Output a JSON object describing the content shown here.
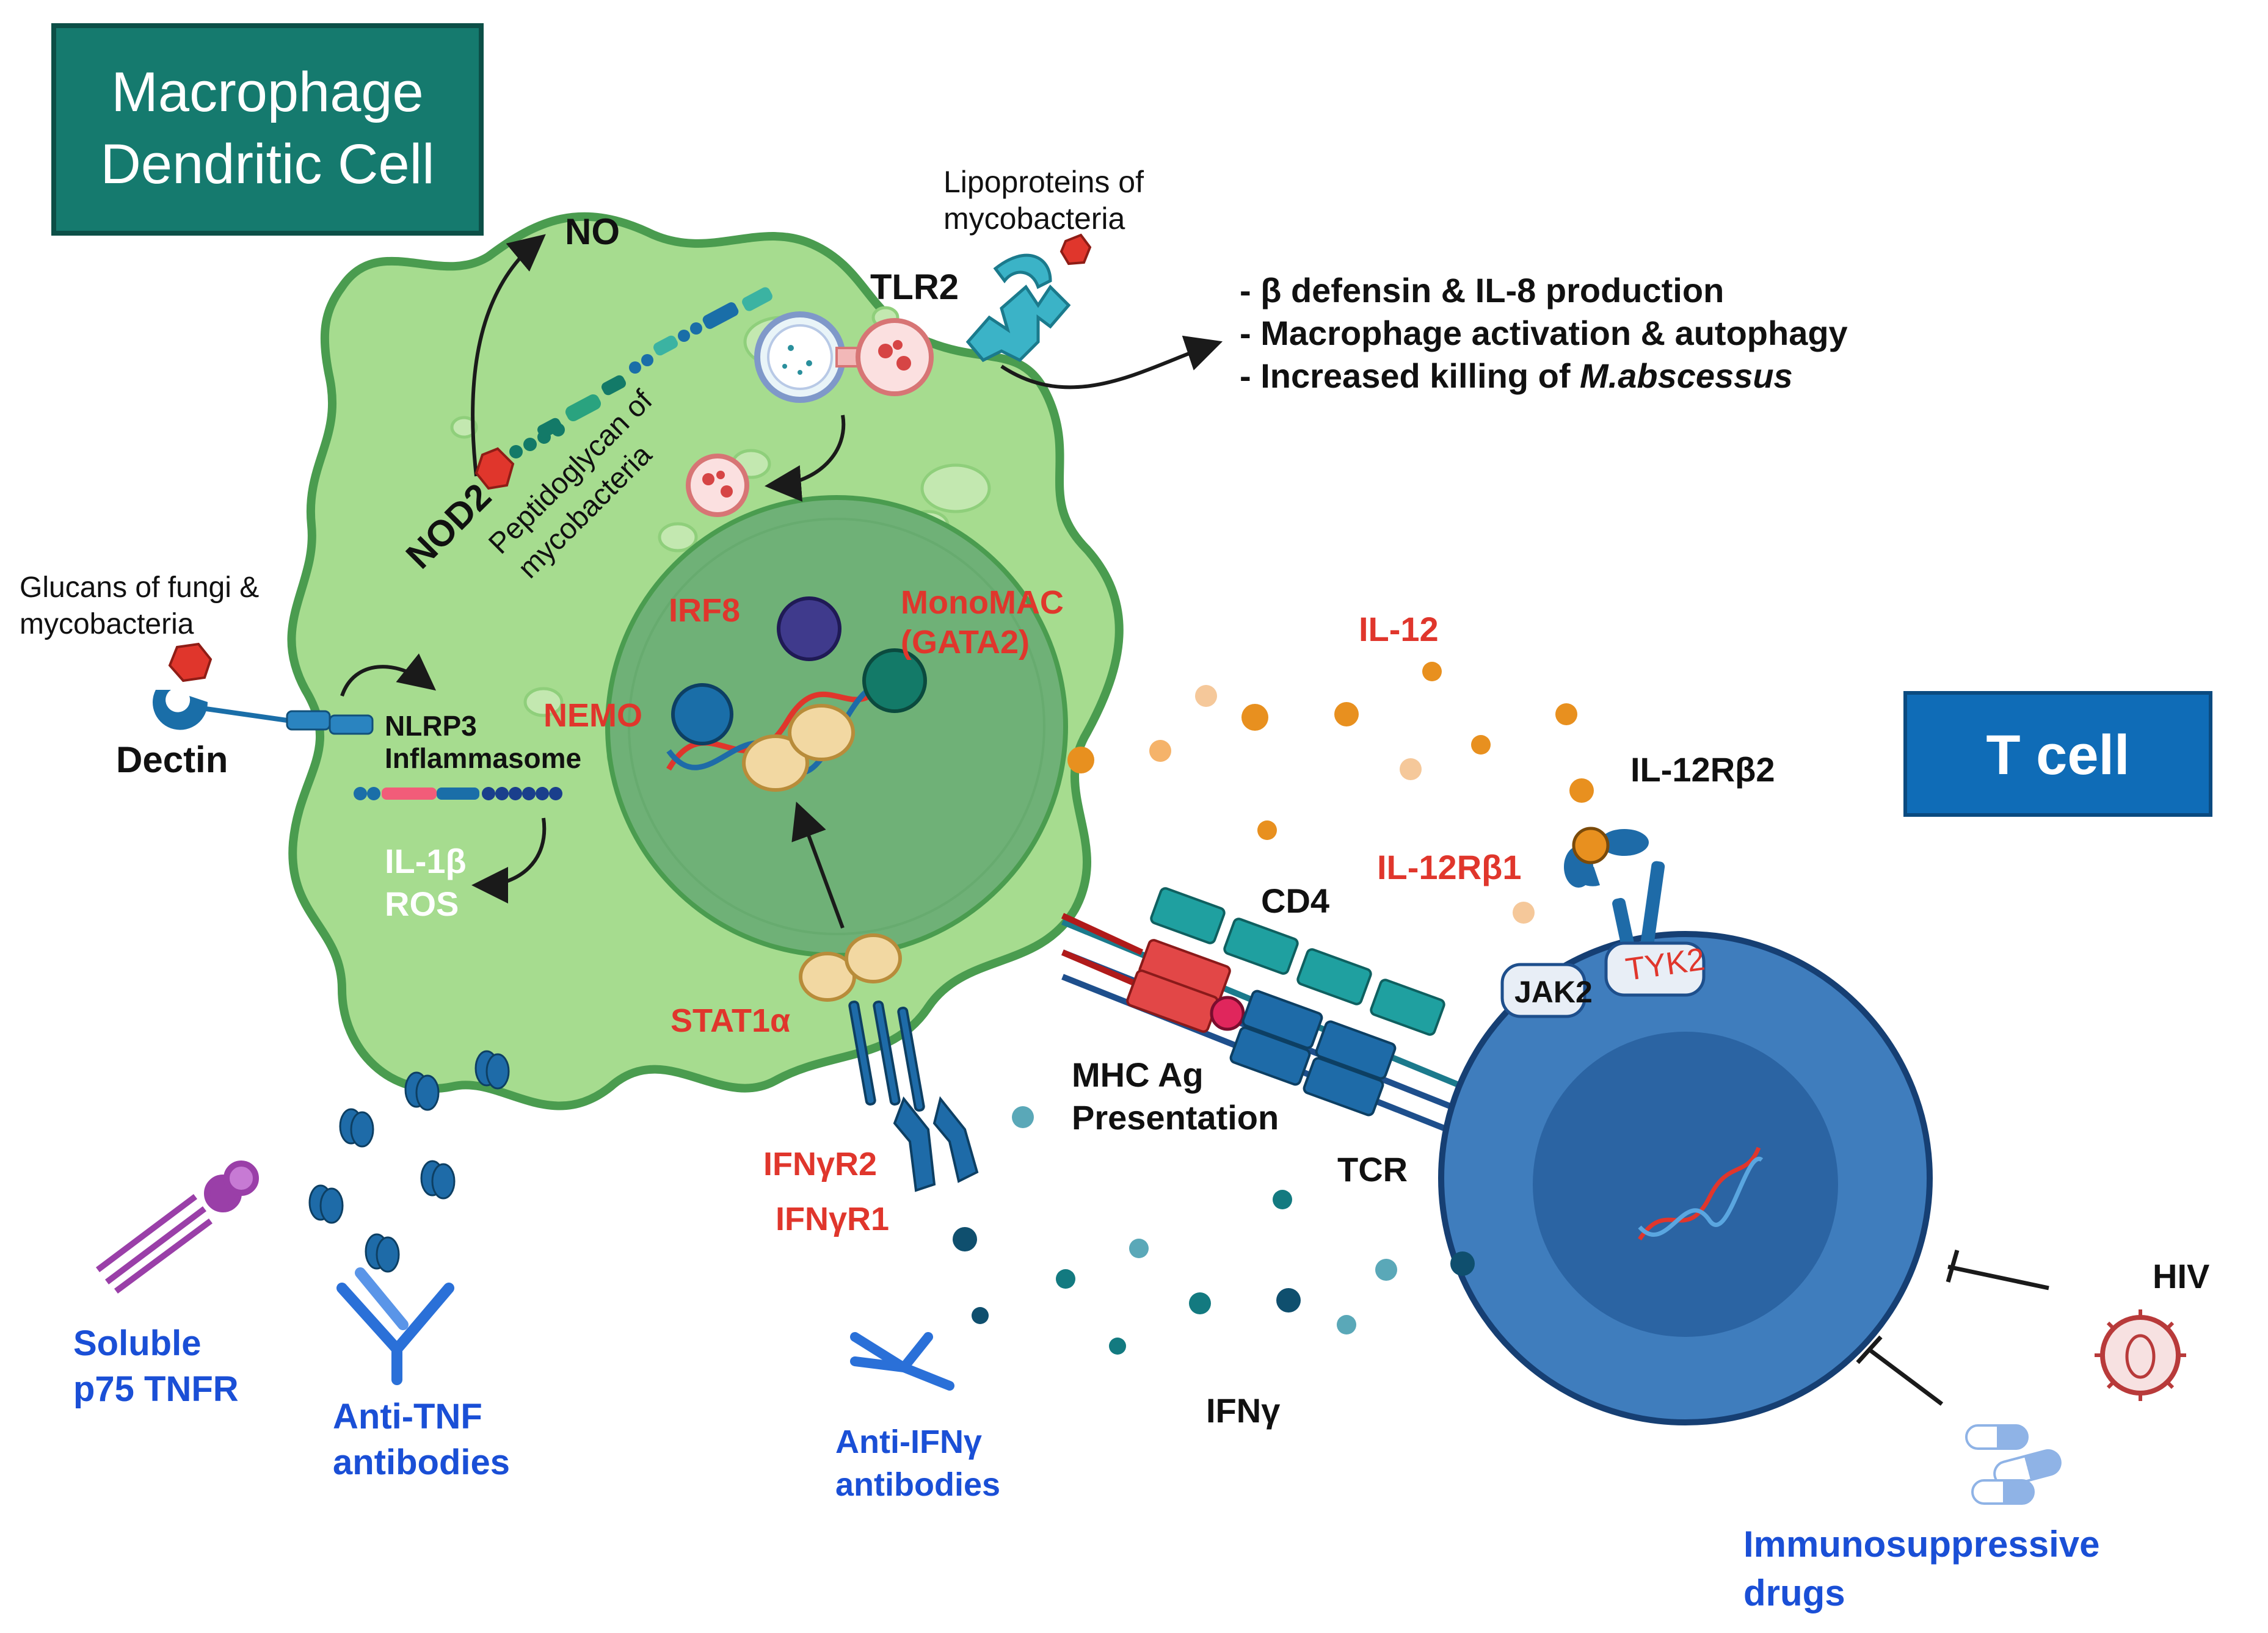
{
  "colors": {
    "macrophage_box": "#157a6e",
    "tcell_box": "#0f6cb7",
    "cell_body": "#a6dc8f",
    "cell_border": "#4a9c4f",
    "nucleus": "#6fb177",
    "tcell_body": "#3f7dbd",
    "tcell_nucleus": "#2b64a3",
    "red_label": "#e0362c",
    "blue_label": "#1a4fd6"
  },
  "boxes": {
    "macrophage_line1": "Macrophage",
    "macrophage_line2": "Dendritic Cell",
    "tcell": "T cell"
  },
  "labels": {
    "no": "NO",
    "lipoproteins_line1": "Lipoproteins of",
    "lipoproteins_line2": "mycobacteria",
    "tlr2": "TLR2",
    "effect1": "- β defensin & IL-8 production",
    "effect2": "- Macrophage activation & autophagy",
    "effect3_prefix": "- Increased killing of ",
    "effect3_italic": "M.abscessus",
    "nod2": "NOD2",
    "peptidoglycan_line1": "Peptidoglycan of",
    "peptidoglycan_line2": "mycobacteria",
    "glucans_line1": "Glucans of fungi &",
    "glucans_line2": "mycobacteria",
    "dectin": "Dectin",
    "nlrp3": "NLRP3",
    "inflammasome": "Inflammasome",
    "il1b": "IL-1β",
    "ros": "ROS",
    "irf8": "IRF8",
    "monomac_line1": "MonoMAC",
    "monomac_line2": "(GATA2)",
    "nemo": "NEMO",
    "stat1a": "STAT1α",
    "il12": "IL-12",
    "il12rb2": "IL-12Rβ2",
    "il12rb1": "IL-12Rβ1",
    "cd4": "CD4",
    "jak2": "JAK2",
    "tyk2": "TYK2",
    "mhc_line1": "MHC Ag",
    "mhc_line2": "Presentation",
    "tcr": "TCR",
    "ifngr2": "IFNγR2",
    "ifngr1": "IFNγR1",
    "ifng": "IFNγ",
    "hiv": "HIV",
    "soluble_line1": "Soluble",
    "soluble_line2": "p75 TNFR",
    "antitnf_line1": "Anti-TNF",
    "antitnf_line2": "antibodies",
    "antiifng_line1": "Anti-IFNγ",
    "antiifng_line2": "antibodies",
    "immuno_line1": "Immunosuppressive",
    "immuno_line2": "drugs"
  }
}
